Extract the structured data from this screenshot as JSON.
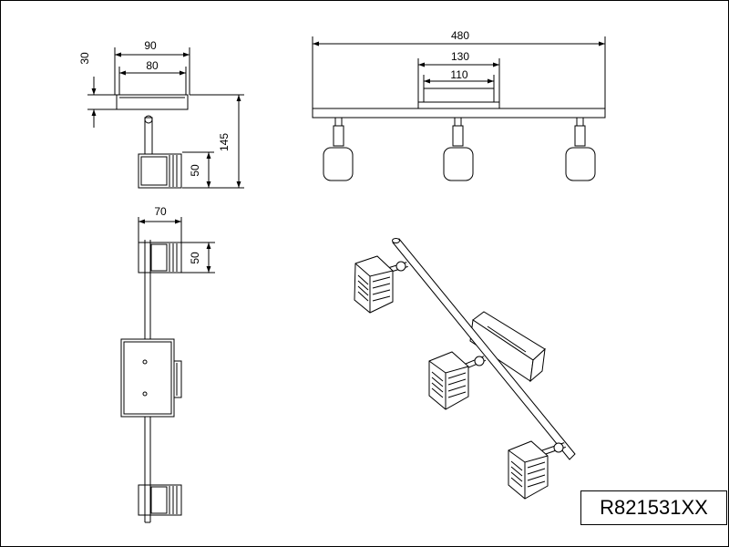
{
  "product_code": "R821531XX",
  "dimensions": {
    "side_base_width": "90",
    "side_base_inner_width": "80",
    "side_base_height": "30",
    "side_total_height": "145",
    "side_head_height": "50",
    "front_bar_length": "480",
    "front_base_width": "130",
    "front_base_inner_width": "110",
    "top_head_depth": "70",
    "top_head_width": "50"
  }
}
